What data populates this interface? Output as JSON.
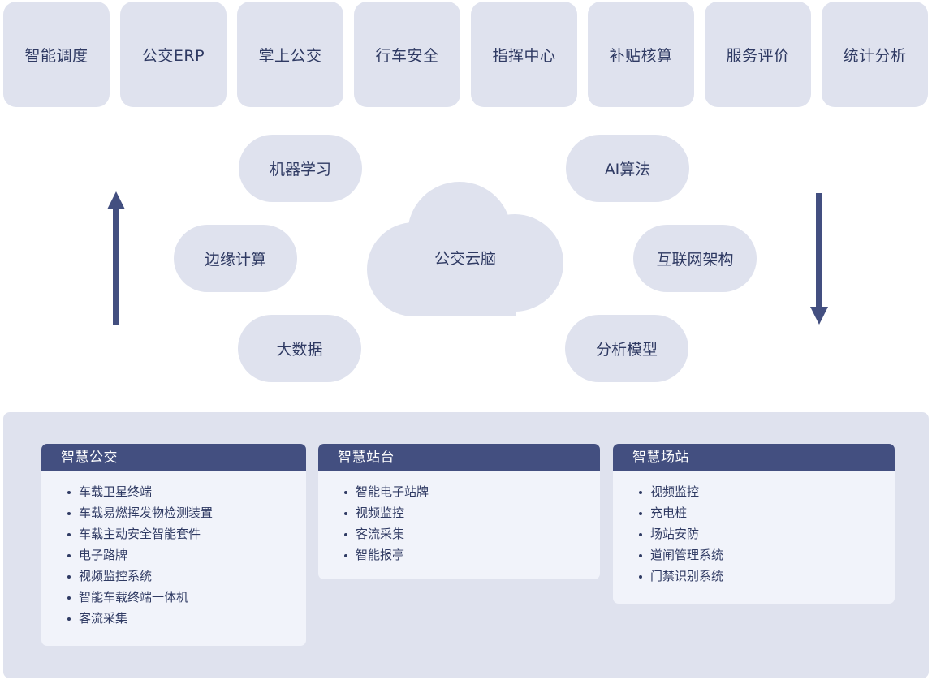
{
  "apps": [
    "智能调度",
    "公交ERP",
    "掌上公交",
    "行车安全",
    "指挥中心",
    "补贴核算",
    "服务评价",
    "统计分析"
  ],
  "capabilities": {
    "machine_learning": "机器学习",
    "ai_algorithm": "AI算法",
    "edge_computing": "边缘计算",
    "internet_architecture": "互联网架构",
    "big_data": "大数据",
    "analysis_model": "分析模型"
  },
  "cloud": {
    "label": "公交云脑"
  },
  "colors": {
    "tile": "#dfe2ee",
    "header": "#434f80",
    "arrow": "#434f80",
    "card": "#f1f3fa"
  },
  "arrows": {
    "left_direction": "up",
    "right_direction": "down"
  },
  "cards": [
    {
      "title": "智慧公交",
      "items": [
        "车载卫星终端",
        "车载易燃挥发物检测装置",
        "车载主动安全智能套件",
        "电子路牌",
        "视频监控系统",
        "智能车载终端一体机",
        "客流采集"
      ]
    },
    {
      "title": "智慧站台",
      "items": [
        "智能电子站牌",
        "视频监控",
        "客流采集",
        "智能报亭"
      ]
    },
    {
      "title": "智慧场站",
      "items": [
        "视频监控",
        "充电桩",
        "场站安防",
        "道闸管理系统",
        "门禁识别系统"
      ]
    }
  ]
}
